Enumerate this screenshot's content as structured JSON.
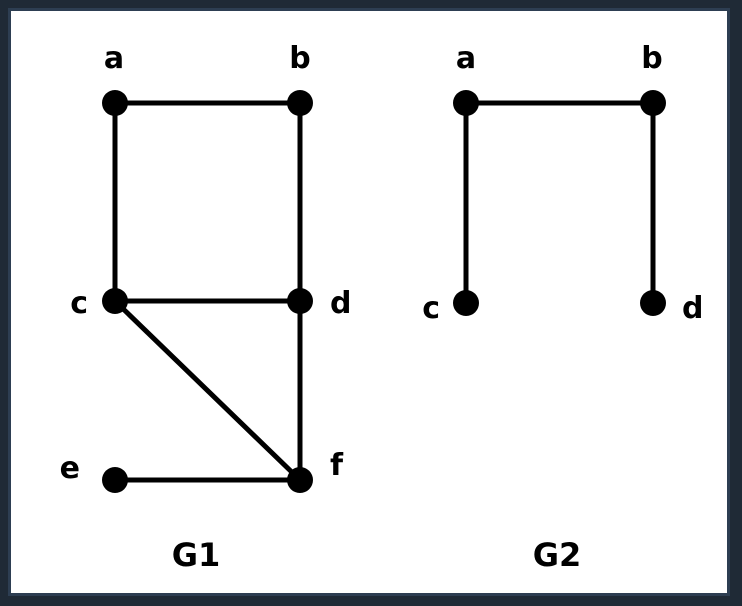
{
  "graphs": [
    {
      "title": "G1",
      "vertices": [
        "a",
        "b",
        "c",
        "d",
        "e",
        "f"
      ],
      "edges": [
        [
          "a",
          "b"
        ],
        [
          "a",
          "c"
        ],
        [
          "b",
          "d"
        ],
        [
          "c",
          "d"
        ],
        [
          "c",
          "f"
        ],
        [
          "d",
          "f"
        ],
        [
          "e",
          "f"
        ]
      ]
    },
    {
      "title": "G2",
      "vertices": [
        "a",
        "b",
        "c",
        "d"
      ],
      "edges": [
        [
          "a",
          "b"
        ],
        [
          "a",
          "c"
        ],
        [
          "b",
          "d"
        ]
      ]
    }
  ],
  "colors": {
    "frame_border": "#2d3e52",
    "edge": "#000000",
    "vertex": "#000000",
    "background": "#ffffff"
  }
}
